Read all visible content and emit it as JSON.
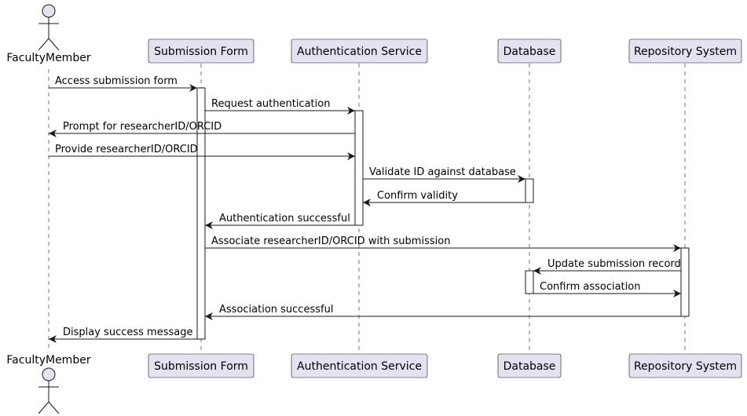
{
  "diagram": {
    "type": "sequence",
    "colors": {
      "participant_fill": "#e2e2f0",
      "line": "#181818",
      "text": "#000000",
      "activation_fill": "#ffffff"
    },
    "participants": [
      {
        "id": "faculty",
        "label": "FacultyMember",
        "kind": "actor"
      },
      {
        "id": "form",
        "label": "Submission Form",
        "kind": "participant"
      },
      {
        "id": "auth",
        "label": "Authentication Service",
        "kind": "participant"
      },
      {
        "id": "db",
        "label": "Database",
        "kind": "participant"
      },
      {
        "id": "repo",
        "label": "Repository System",
        "kind": "participant"
      }
    ],
    "messages": [
      {
        "from": "faculty",
        "to": "form",
        "label": "Access submission form"
      },
      {
        "from": "form",
        "to": "auth",
        "label": "Request authentication"
      },
      {
        "from": "auth",
        "to": "faculty",
        "label": "Prompt for researcherID/ORCID"
      },
      {
        "from": "faculty",
        "to": "auth",
        "label": "Provide researcherID/ORCID"
      },
      {
        "from": "auth",
        "to": "db",
        "label": "Validate ID against database"
      },
      {
        "from": "db",
        "to": "auth",
        "label": "Confirm validity"
      },
      {
        "from": "auth",
        "to": "form",
        "label": "Authentication successful"
      },
      {
        "from": "form",
        "to": "repo",
        "label": "Associate researcherID/ORCID with submission"
      },
      {
        "from": "repo",
        "to": "db",
        "label": "Update submission record"
      },
      {
        "from": "db",
        "to": "repo",
        "label": "Confirm association"
      },
      {
        "from": "repo",
        "to": "form",
        "label": "Association successful"
      },
      {
        "from": "form",
        "to": "faculty",
        "label": "Display success message"
      }
    ],
    "activations": [
      {
        "participant": "form",
        "from_message": 0,
        "to_message": 11
      },
      {
        "participant": "auth",
        "from_message": 1,
        "to_message": 6
      },
      {
        "participant": "db",
        "from_message": 4,
        "to_message": 5
      },
      {
        "participant": "repo",
        "from_message": 7,
        "to_message": 10
      },
      {
        "participant": "db",
        "from_message": 8,
        "to_message": 9
      }
    ]
  }
}
